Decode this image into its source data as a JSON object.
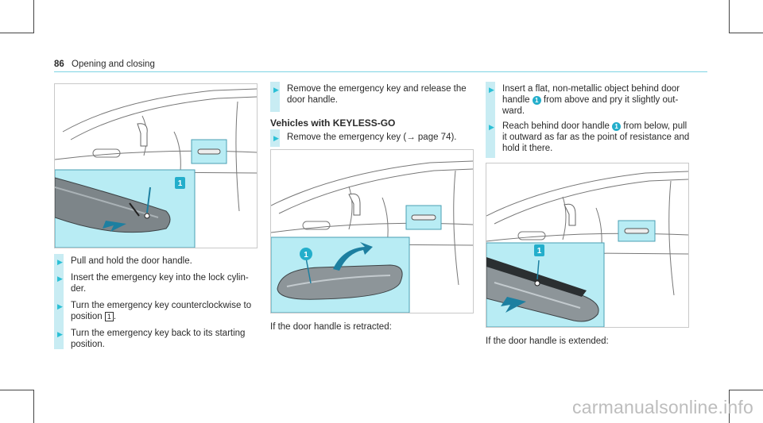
{
  "header": {
    "page_number": "86",
    "section_title": "Opening and closing"
  },
  "left": {
    "steps": [
      {
        "lines": [
          "Pull and hold the door handle."
        ]
      },
      {
        "lines": [
          "Insert the emergency key into the lock cylin-",
          "der."
        ]
      },
      {
        "lines": [
          "Turn the emergency key counterclockwise to",
          "position"
        ],
        "box_label": "1",
        "after_box": "."
      },
      {
        "lines": [
          "Turn the emergency key back to its starting",
          "position."
        ]
      }
    ],
    "figure_callout": "1"
  },
  "middle": {
    "step1": [
      "Remove the emergency key and release the",
      "door handle."
    ],
    "heading": "Vehicles with KEYLESS-GO",
    "step2_text": "Remove the emergency key (",
    "step2_arrow": "→",
    "step2_page": " page 74).",
    "figure_callout": "1",
    "caption": "If the door handle is retracted:"
  },
  "right": {
    "step1": {
      "line1": "Insert a flat, non-metallic object behind door",
      "line2_pre": "handle ",
      "badge": "1",
      "line2_post": " from above and pry it slightly out-",
      "line3": "ward."
    },
    "step2": {
      "line1_pre": "Reach behind door handle ",
      "badge": "1",
      "line1_post": " from below, pull",
      "line2": "it outward as far as the point of resistance and",
      "line3": "hold it there."
    },
    "figure_callout": "1",
    "caption": "If the door handle is extended:"
  },
  "watermark": "carmanualsonline.info",
  "colors": {
    "accent": "#2cc0d6",
    "highlight_panel": "#b8ecf4",
    "callout": "#23aecb"
  },
  "icons": {
    "step_bullet": "play-arrow-icon"
  }
}
